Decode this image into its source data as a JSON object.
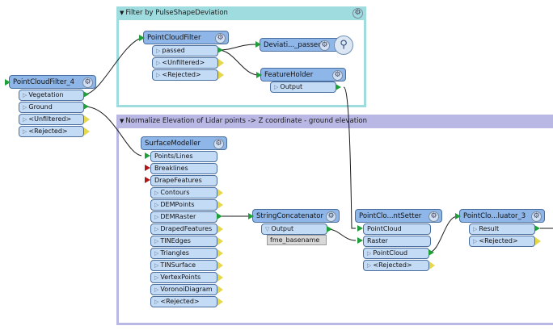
{
  "bookmarks": {
    "filter": {
      "title": "Filter by PulseShapeDeviation"
    },
    "normalize": {
      "title": "Normalize Elevation of Lidar points -> Z coordinate - ground elevation"
    }
  },
  "transformers": {
    "pointcloudfilter4": {
      "name": "PointCloudFilter_4",
      "ports": [
        "Vegetation",
        "Ground",
        "<Unfiltered>",
        "<Rejected>"
      ]
    },
    "pointcloudfilter": {
      "name": "PointCloudFilter",
      "ports": [
        "passed",
        "<Unfiltered>",
        "<Rejected>"
      ]
    },
    "deviati": {
      "name": "Deviati..._passed"
    },
    "featureholder": {
      "name": "FeatureHolder",
      "ports": [
        "Output"
      ]
    },
    "surfacemodeller": {
      "name": "SurfaceModeller",
      "inputs": [
        "Points/Lines",
        "Breaklines",
        "DrapeFeatures"
      ],
      "outputs": [
        "Contours",
        "DEMPoints",
        "DEMRaster",
        "DrapedFeatures",
        "TINEdges",
        "Triangles",
        "TINSurface",
        "VertexPoints",
        "VoronoiDiagram",
        "<Rejected>"
      ]
    },
    "stringconcatenator": {
      "name": "StringConcatenator",
      "ports": [
        "Output"
      ],
      "attribute": "fme_basename"
    },
    "pointcloudsetter": {
      "name": "PointClo...ntSetter",
      "inputs": [
        "PointCloud",
        "Raster"
      ],
      "outputs": [
        "PointCloud",
        "<Rejected>"
      ]
    },
    "pointcloudevaluator": {
      "name": "PointClo...luator_3",
      "ports": [
        "Result",
        "<Rejected>"
      ]
    }
  },
  "icons": {
    "gear": "gear-icon",
    "magnifier": "magnifier-icon",
    "expand": "triangle-expand-icon",
    "collapse": "triangle-collapse-icon"
  },
  "colors": {
    "transformer": "#8fb6e8",
    "port": "#c4dbf6",
    "connection": "#1f9e3a",
    "rejected_flag": "#e6d84a",
    "required_input": "#b01818",
    "bookmark_filter": "#9fdce0",
    "bookmark_normalize": "#b9b8e4"
  }
}
